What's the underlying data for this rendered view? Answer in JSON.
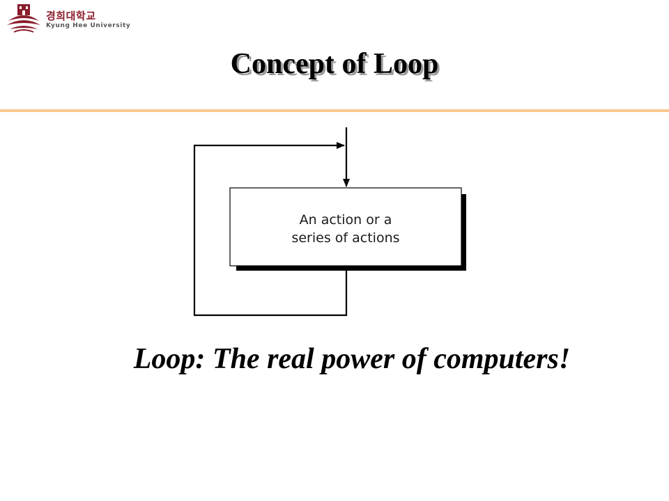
{
  "header": {
    "logo_ko": "경희대학교",
    "logo_en": "Kyung Hee University",
    "title": "Concept of Loop"
  },
  "diagram": {
    "box_line_1": "An action or a",
    "box_line_2": "series of actions"
  },
  "tagline": "Loop: The real power of computers!",
  "colors": {
    "brand": "#8a1c2b",
    "title_rule": "#f8c98f",
    "title_shadow": "#9a9a9a"
  }
}
